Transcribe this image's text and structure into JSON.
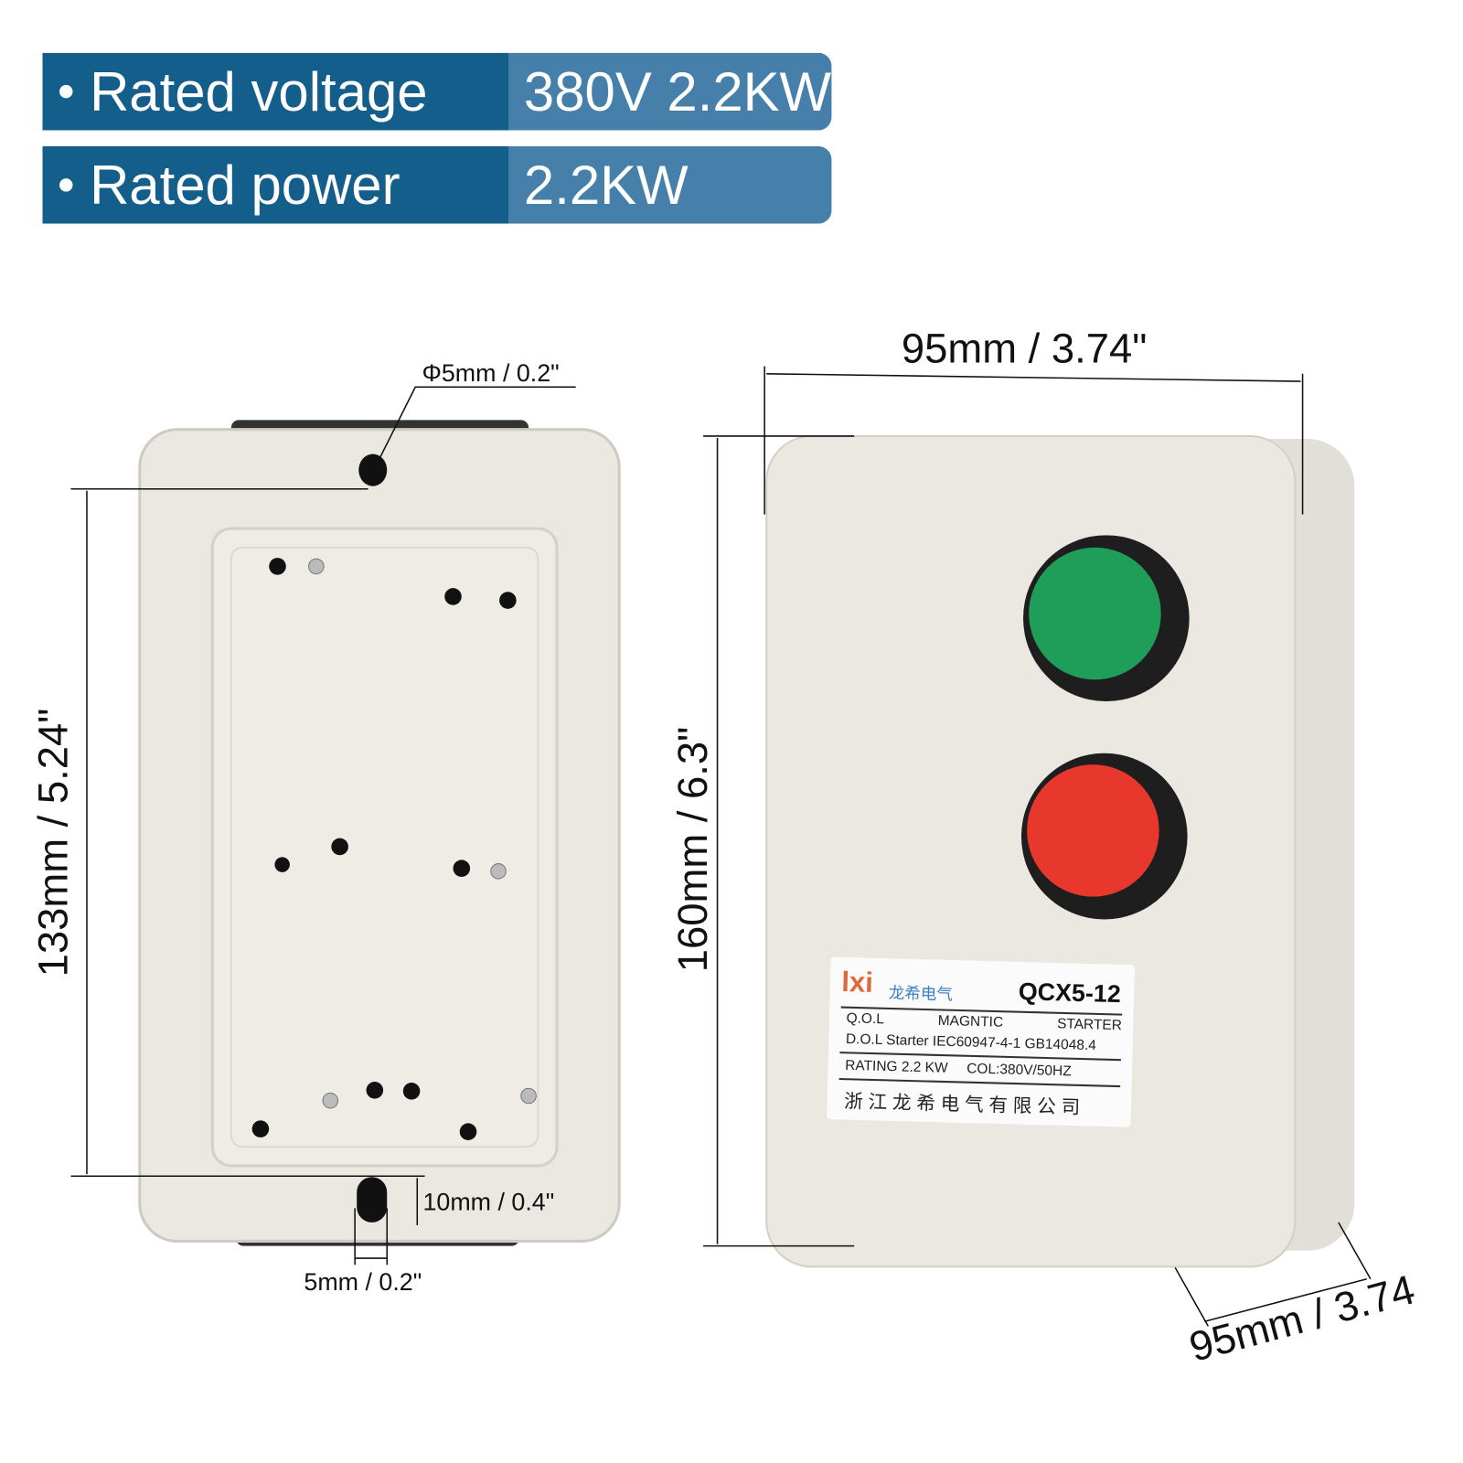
{
  "specs": [
    {
      "key": "Rated voltage",
      "value": "380V 2.2KW"
    },
    {
      "key": "Rated power",
      "value": "2.2KW"
    }
  ],
  "dimensions": {
    "hole_diameter": "Φ5mm / 0.2\"",
    "mount_height": "133mm / 5.24\"",
    "slot_length": "10mm / 0.4\"",
    "slot_width": "5mm / 0.2\"",
    "width": "95mm / 3.74\"",
    "height": "160mm / 6.3\"",
    "depth": "95mm / 3.74"
  },
  "label": {
    "logo": "lxi",
    "brand_cn": "龙希电气",
    "model": "QCX5-12",
    "line1": [
      "Q.O.L",
      "MAGNTIC",
      "STARTER"
    ],
    "line2": "D.O.L Starter  IEC60947-4-1 GB14048.4",
    "line3": [
      "RATING 2.2 KW",
      "COL:380V/50HZ"
    ],
    "company_cn": "浙 江 龙 希 电 气 有 限 公 司"
  },
  "colors": {
    "banner_dark": "#145e8c",
    "banner_light": "#4680aa",
    "green_button": "#1f9e5a",
    "red_button": "#e8372c",
    "enclosure": "#ebe8e1"
  }
}
